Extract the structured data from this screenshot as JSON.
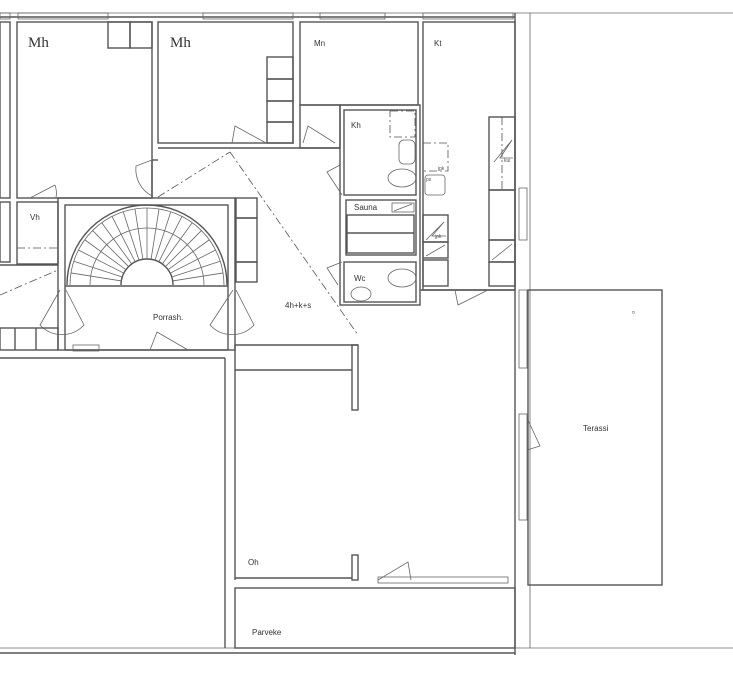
{
  "plan": {
    "type_label": "4h+k+s",
    "rooms": {
      "mh1": "Mh",
      "mh2": "Mh",
      "mn": "Mn",
      "kt": "Kt",
      "kh": "Kh",
      "sauna": "Sauna",
      "wc": "Wc",
      "vh": "Vh",
      "porrash": "Porrash.",
      "oh": "Oh",
      "parveke": "Parveke",
      "terassi": "Terassi"
    },
    "fixtures": {
      "jpk1": "jpk",
      "jpk2": "jpk",
      "kui": "kui",
      "ps": "ps"
    }
  }
}
